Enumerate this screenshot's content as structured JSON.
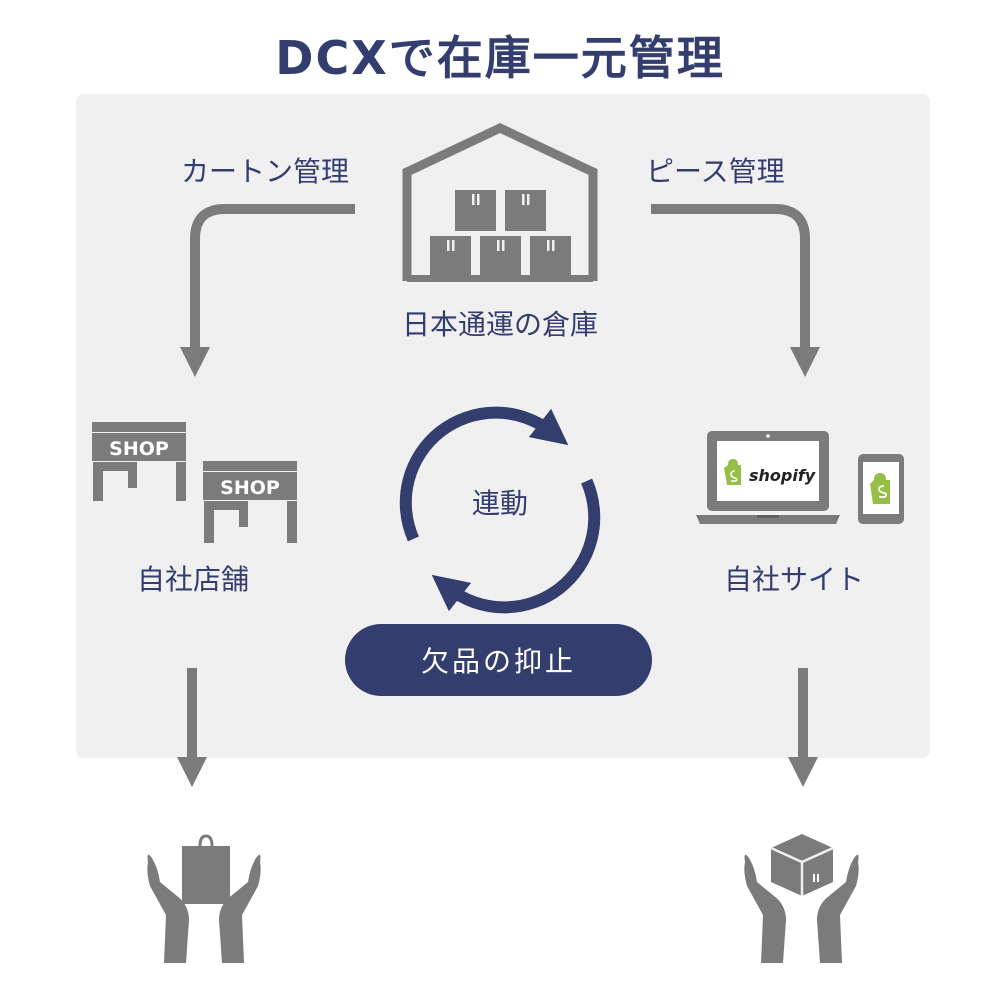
{
  "title": "DCXで在庫一元管理",
  "warehouse": {
    "label": "日本通運の倉庫",
    "icon": "warehouse-icon"
  },
  "flows": {
    "carton_label": "カートン管理",
    "piece_label": "ピース管理"
  },
  "stores": {
    "label": "自社店舗",
    "sign_text": "SHOP",
    "icon": "shop-icon"
  },
  "site": {
    "label": "自社サイト",
    "brand_text": "shopify",
    "icon": "laptop-shopify-icon"
  },
  "sync": {
    "label": "連動",
    "icon": "sync-cycle-icon"
  },
  "pill": {
    "label": "欠品の抑止"
  },
  "outcomes": {
    "left_icon": "hands-shopping-bag-icon",
    "right_icon": "hands-package-icon"
  },
  "colors": {
    "navy": "#333d6e",
    "gray": "#7b7b7b",
    "panel": "#f0f0f1",
    "shopify_green": "#95bf47"
  }
}
